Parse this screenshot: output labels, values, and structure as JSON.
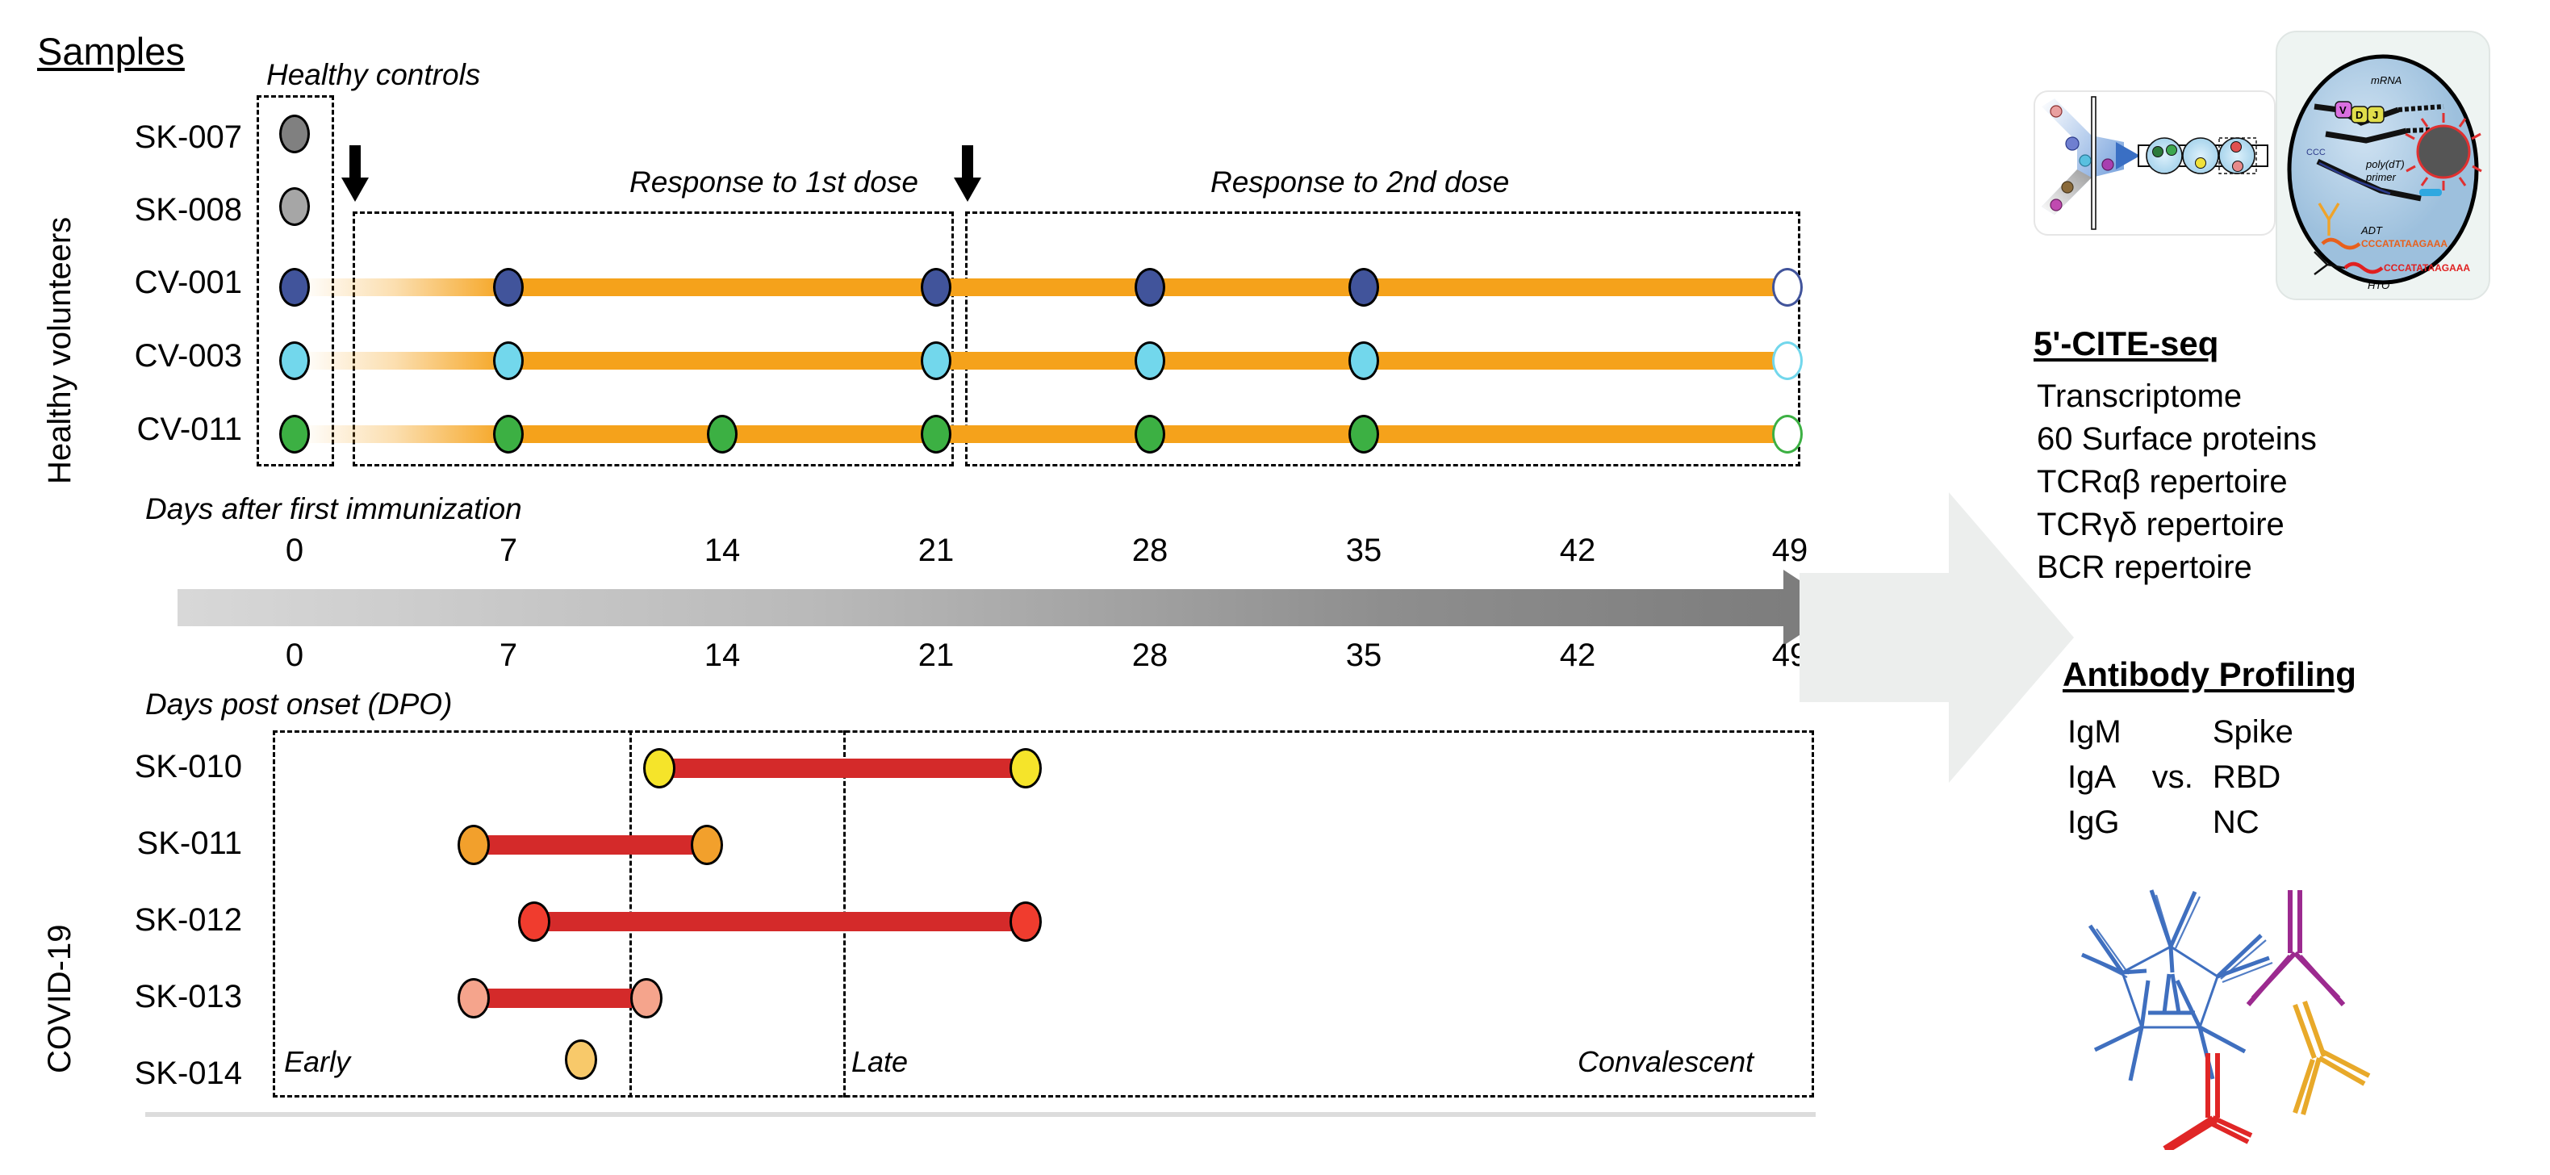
{
  "figure": {
    "samples_title": "Samples",
    "healthy_controls_label": "Healthy controls",
    "response_1st_dose_label": "Response to 1st dose",
    "response_2nd_dose_label": "Response to 2nd dose",
    "healthy_volunteers_axis": "Healthy volunteers",
    "covid19_axis": "COVID-19",
    "days_after_label": "Days after first immunization",
    "dpo_label": "Days post onset (DPO)",
    "early_label": "Early",
    "late_label": "Late",
    "convalescent_label": "Convalescent"
  },
  "chart_data": {
    "type": "timeline",
    "title": "Samples",
    "xlabel_top": "Days after first immunization",
    "xlabel_bottom": "Days post onset (DPO)",
    "ticks": [
      0,
      7,
      14,
      21,
      28,
      35,
      42,
      49
    ],
    "tick_labels": [
      "0",
      "7",
      "14",
      "21",
      "28",
      "35",
      "42",
      "49"
    ],
    "xlim": [
      0,
      49
    ],
    "grid": false,
    "legend": "none",
    "immunization_arrows_at_days": [
      0,
      21
    ],
    "phase_boxes": [
      {
        "label": "Healthy controls",
        "start_day": -2,
        "end_day": 1
      },
      {
        "label": "Response to 1st dose",
        "start_day": 0.5,
        "end_day": 21.5
      },
      {
        "label": "Response to 2nd dose",
        "start_day": 21.5,
        "end_day": 49.5
      }
    ],
    "healthy_controls": [
      {
        "id": "SK-007",
        "color": "#808080",
        "day": 0
      },
      {
        "id": "SK-008",
        "color": "#A6A6A6",
        "day": 0
      }
    ],
    "vaccinated_volunteers": [
      {
        "id": "CV-001",
        "color": "#41549B",
        "filled_days": [
          0,
          7,
          21,
          28,
          35
        ],
        "open_days": [
          49
        ]
      },
      {
        "id": "CV-003",
        "color": "#72D7EC",
        "filled_days": [
          0,
          7,
          21,
          28,
          35
        ],
        "open_days": [
          49
        ]
      },
      {
        "id": "CV-011",
        "color": "#3CB043",
        "filled_days": [
          0,
          7,
          14,
          21,
          28,
          35
        ],
        "open_days": [
          49
        ]
      }
    ],
    "covid19_patients": [
      {
        "id": "SK-010",
        "color": "#F5E42A",
        "start_day": 13,
        "end_day": 24
      },
      {
        "id": "SK-011",
        "color": "#F2A02C",
        "start_day": 5,
        "end_day": 14
      },
      {
        "id": "SK-012",
        "color": "#F03C2E",
        "start_day": 7,
        "end_day": 24
      },
      {
        "id": "SK-013",
        "color": "#F5A48C",
        "start_day": 5,
        "end_day": 12
      },
      {
        "id": "SK-014",
        "color": "#F8C96A",
        "start_day": 9,
        "end_day": 9
      }
    ],
    "timeline_bar_color": "#F5A21B",
    "covid_bar_color": "#D42A2A",
    "axis_arrow_gradient": [
      "#d8d8d8",
      "#7d7d7d"
    ]
  },
  "cite_seq": {
    "title": "5'-CITE-seq",
    "items": [
      "Transcriptome",
      "60 Surface proteins",
      "TCRαβ repertoire",
      "TCRγδ repertoire",
      "BCR repertoire"
    ]
  },
  "antibody_profiling": {
    "title": "Antibody Profiling",
    "vs": "vs.",
    "isotypes": [
      "IgM",
      "IgA",
      "IgG"
    ],
    "antigens": [
      "Spike",
      "RBD",
      "NC"
    ]
  },
  "schematic": {
    "mrna_label": "mRNA",
    "vdj_v": "V",
    "vdj_d": "D",
    "vdj_j": "J",
    "polydt_label": "poly(dT)",
    "primer_label": "primer",
    "adt_label": "ADT",
    "hto_label": "HTO",
    "adt_seq": "CCCATATAAGAAA",
    "hto_seq": "CCCATATAAGAAA",
    "ccc_label": "CCC"
  }
}
